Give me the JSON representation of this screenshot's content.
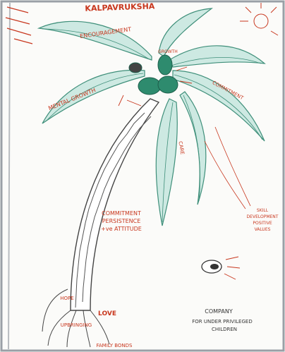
{
  "diagram": {
    "title": "KALPAVRUKSHA",
    "leaf_labels": {
      "encouragement": "ENCOURAGEMENT",
      "mental_growth": "MENTAL GROWTH",
      "growth": "GROWTH",
      "commitment": "COMMITMENT",
      "care": "CARE"
    },
    "trunk_text": {
      "line1": "COMMITMENT",
      "line2": "PERSISTENCE",
      "line3": "+ve ATTITUDE"
    },
    "right_note": {
      "line1": "SKILL",
      "line2": "DEVELOPMENT",
      "line3": "POSITIVE",
      "line4": "VALUES"
    },
    "root_labels": {
      "hope": "HOPE",
      "love": "LOVE",
      "upbringing": "UPBRINGING",
      "family_bonds": "FAMILY BONDS"
    },
    "bottom_note": {
      "line1": "COMPANY",
      "line2": "FOR UNDER PRIVILEGED",
      "line3": "CHILDREN"
    },
    "colors": {
      "paper": "#ffffff",
      "leaf_fill": "#cde9e2",
      "leaf_stroke": "#3f8f7a",
      "ink_red": "#c8371e",
      "ink_dark": "#333333",
      "coconut": "#2e8b6e",
      "frame": "#9aa0a6"
    }
  }
}
